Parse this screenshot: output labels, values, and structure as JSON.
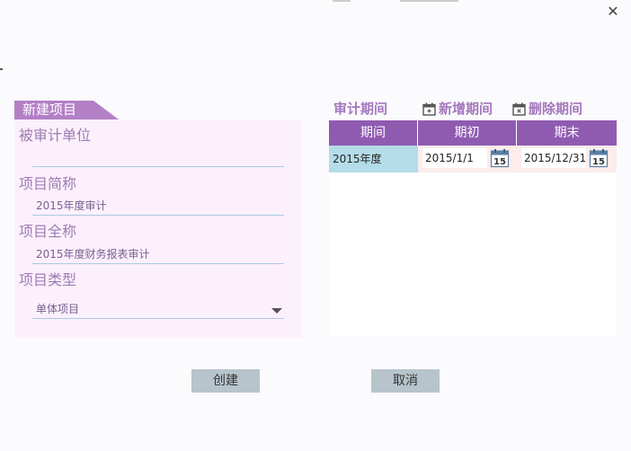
{
  "window": {
    "close_glyph": "✕"
  },
  "left_panel": {
    "tab_title": "新建项目",
    "fields": [
      {
        "label": "被审计单位",
        "value": ""
      },
      {
        "label": "项目简称",
        "value": "2015年度审计"
      },
      {
        "label": "项目全称",
        "value": "2015年度财务报表审计"
      },
      {
        "label": "项目类型",
        "value": "单体项目"
      }
    ]
  },
  "right_panel": {
    "title": "审计期间",
    "add_period_label": "新增期间",
    "delete_period_label": "删除期间",
    "columns": [
      "期间",
      "期初",
      "期末"
    ],
    "rows": [
      {
        "period": "2015年度",
        "start": "2015/1/1",
        "end": "2015/12/31"
      }
    ],
    "calendar_day": "15"
  },
  "actions": {
    "create_label": "创建",
    "cancel_label": "取消"
  },
  "colors": {
    "accent": "#8f5bb1",
    "tab": "#b37fc6",
    "panel_bg": "#fcf0fc",
    "period_cell": "#b4dce9",
    "button": "#b7c4cc"
  },
  "icons": {
    "close": "close-icon",
    "calendar": "calendar-icon",
    "dropdown": "chevron-down-icon"
  }
}
